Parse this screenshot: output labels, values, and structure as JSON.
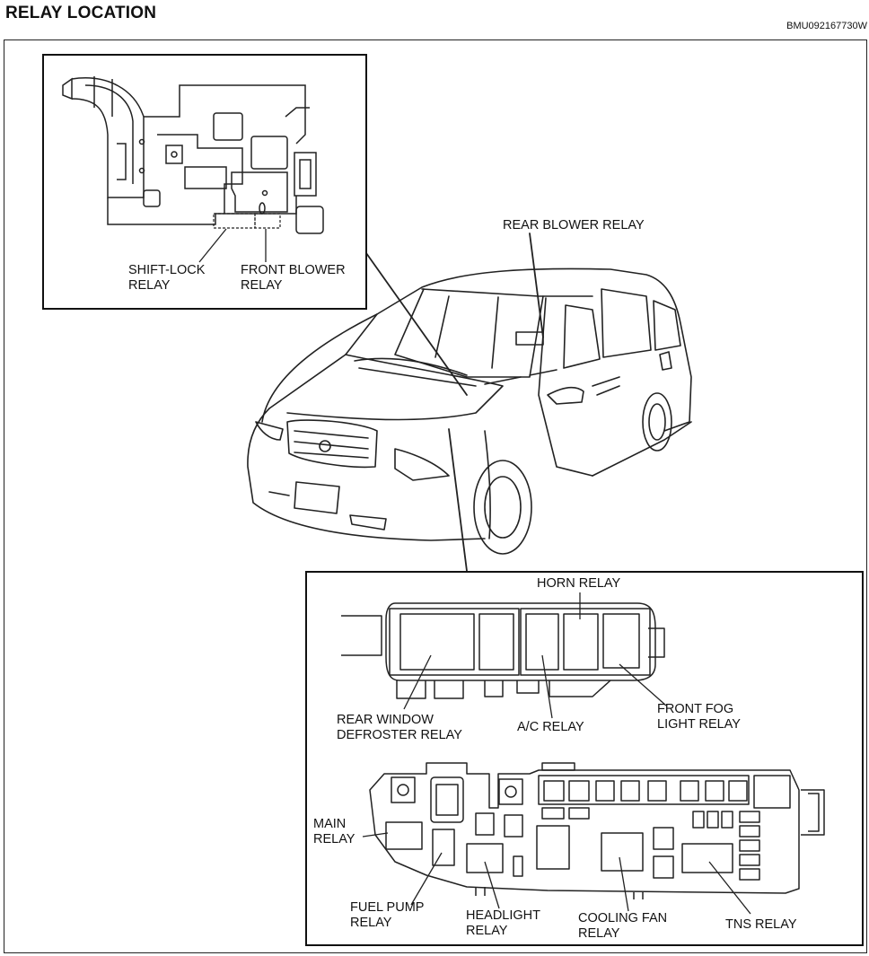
{
  "header": {
    "title": "RELAY LOCATION",
    "code": "BMU092167730W"
  },
  "labels": {
    "rear_blower": "REAR BLOWER RELAY",
    "shift_lock": "SHIFT-LOCK\nRELAY",
    "front_blower": "FRONT BLOWER\nRELAY",
    "horn": "HORN RELAY",
    "rear_window_defroster": "REAR WINDOW\nDEFROSTER RELAY",
    "ac": "A/C RELAY",
    "front_fog": "FRONT FOG\nLIGHT RELAY",
    "main": "MAIN\nRELAY",
    "fuel_pump": "FUEL PUMP\nRELAY",
    "headlight": "HEADLIGHT\nRELAY",
    "cooling_fan": "COOLING FAN\nRELAY",
    "tns": "TNS RELAY"
  }
}
